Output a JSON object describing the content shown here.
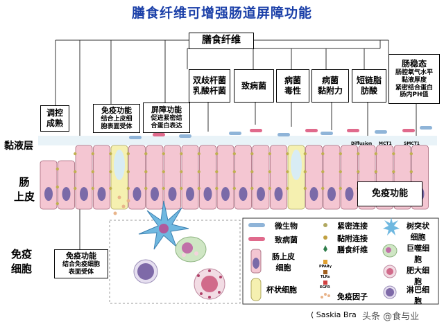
{
  "title": "膳食纤维可增强肠道屏障功能",
  "dietary_fiber_box": "膳食纤维",
  "factor_boxes": [
    {
      "line1": "双歧杆菌",
      "line2": "乳酸杆菌"
    },
    {
      "line1": "致病菌",
      "line2": ""
    },
    {
      "line1": "病菌",
      "line2": "毒性"
    },
    {
      "line1": "病菌",
      "line2": "黏附力"
    },
    {
      "line1": "短链脂",
      "line2": "肪酸"
    }
  ],
  "homeostasis": {
    "title": "肠稳态",
    "lines": [
      "肠腔氧气水平",
      "黏液厚度",
      "紧密结合蛋白",
      "肠内PH值"
    ]
  },
  "regulate_maturation": {
    "line1": "调控",
    "line2": "成熟"
  },
  "immune_function_box": {
    "title": "免疫功能",
    "sub1": "结合上皮细",
    "sub2": "胞表面受体"
  },
  "barrier_function_box": {
    "title": "屏障功能",
    "sub1": "促进紧密结",
    "sub2": "合蛋白表达"
  },
  "side_labels": {
    "mucus": "黏液层",
    "epithelium_1": "肠",
    "epithelium_2": "上皮",
    "immune_cells_1": "免疫",
    "immune_cells_2": "细胞"
  },
  "immune_function_bottom": {
    "title": "免疫功能",
    "sub1": "结合免疫细胞",
    "sub2": "表面受体"
  },
  "immune_function_right": "免疫功能",
  "transporters": [
    "Diffusion",
    "MCT1",
    "SMCT1"
  ],
  "legend": {
    "microbe": "微生物",
    "pathogen": "致病菌",
    "epithelial_1": "肠上皮",
    "epithelial_2": "细胞",
    "goblet": "杯状细胞",
    "tight_junction": "紧密连接",
    "adherens_junction": "黏附连接",
    "dietary_fiber": "膳食纤维",
    "receptor_ppar": "PPARγ",
    "receptor_tlr": "TLRs",
    "receptor_egfr": "EGFR",
    "immune_factor": "免疫因子",
    "dendritic_1": "树突状",
    "dendritic_2": "细胞",
    "macrophage_1": "巨噬细",
    "macrophage_2": "胞",
    "mast_1": "肥大细",
    "mast_2": "胞",
    "lymph_1": "淋巴细",
    "lymph_2": "胞"
  },
  "citation": "( Saskia Bra",
  "watermark": "头条 @食与业",
  "colors": {
    "title": "#1a3fa8",
    "epithelial": "#f4c6d2",
    "goblet": "#f5f0b0",
    "nucleus": "#7a6aa8",
    "microbe_blue": "#8fb4d8",
    "microbe_pink": "#e06a8c",
    "dendritic": "#6fb8e0"
  },
  "icons": [
    "dendritic-cell-icon",
    "macrophage-icon",
    "mast-cell-icon",
    "lymphocyte-icon",
    "microbe-icon",
    "pathogen-icon"
  ]
}
